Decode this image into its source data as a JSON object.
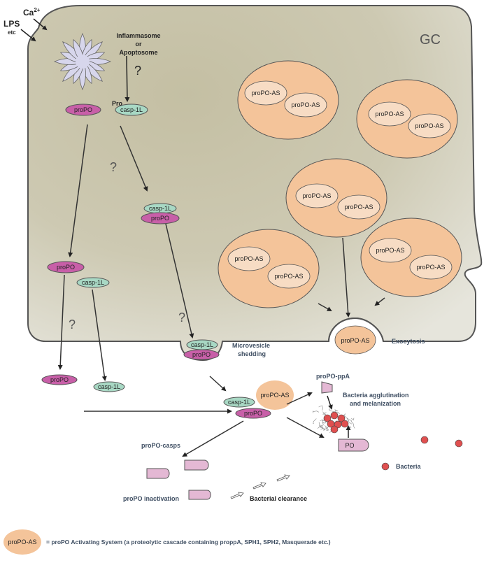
{
  "cell_label": "GC",
  "stimuli": {
    "calcium_base": "Ca",
    "calcium_sup": "2+",
    "lps": "LPS",
    "etc": "etc"
  },
  "complex_label_line1": "Inflammasome",
  "complex_label_line2": "or",
  "complex_label_line3": "Apoptosome",
  "question_mark": "?",
  "pro_label": "Pro",
  "molecules": {
    "propo": "proPO",
    "casp": "casp-1L",
    "propo_as": "proPO-AS",
    "propo_ppa": "proPO-ppA",
    "po": "PO"
  },
  "labels": {
    "microvesicle_line1": "Microvesicle",
    "microvesicle_line2": "shedding",
    "exocytosis": "Exocytosis",
    "agglutination_line1": "Bacteria agglutination",
    "agglutination_line2": "and melanization",
    "propo_casps": "proPO-casps",
    "propo_inactivation": "proPO inactivation",
    "bacterial_clearance": "Bacterial clearance",
    "bacteria": "Bacteria"
  },
  "legend": {
    "symbol": "proPO-AS",
    "text": "= proPO Activating System (a proteolytic cascade containing proppA, SPH1, SPH2, Masquerade etc.)"
  },
  "colors": {
    "cell_fill": "#ccc8b0",
    "propo_fill": "#c85fa8",
    "casp_fill": "#a8d8c4",
    "vesicle_fill": "#f4c49a",
    "inner_fill": "#f7dcc4",
    "casp_fragment_fill": "#e4b8d4",
    "bacteria_fill": "#e05050"
  }
}
